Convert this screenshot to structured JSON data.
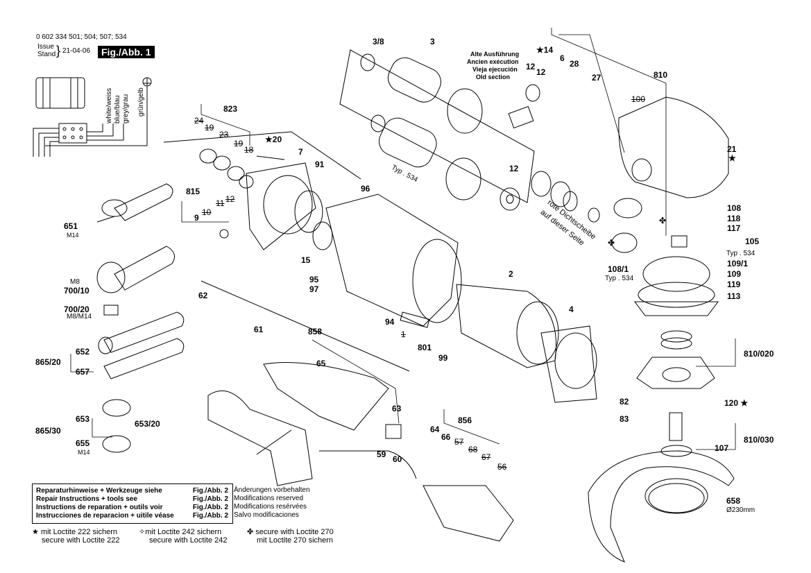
{
  "header": {
    "part_numbers": "0 602 334 501; 504; 507; 534",
    "issue_label": "Issue",
    "stand_label": "Stand",
    "issue_date": "21-04-06",
    "figure_label": "Fig./Abb. 1"
  },
  "wiring_labels": [
    "white/weiss",
    "blue/blau",
    "grey/grau",
    "grün/gelb"
  ],
  "callouts": {
    "c3_8": "3/8",
    "c3": "3",
    "c14": "14",
    "c6": "6",
    "c28": "28",
    "c27": "27",
    "c810": "810",
    "c12a": "12",
    "c12b": "12",
    "c12c": "12",
    "c100": "100",
    "c21": "21",
    "c823": "823",
    "c24": "24",
    "c19a": "19",
    "c23": "23",
    "c19b": "19",
    "c18": "18",
    "c20": "20",
    "c7": "7",
    "c91": "91",
    "c96": "96",
    "c815": "815",
    "c11": "11",
    "c12d": "12",
    "c10": "10",
    "c9": "9",
    "c651": "651",
    "m14a": "M14",
    "m8": "M8",
    "c700_10": "700/10",
    "c700_20": "700/20",
    "m8m14": "M8/M14",
    "c15": "15",
    "c95": "95",
    "c97": "97",
    "c94": "94",
    "c2": "2",
    "c4": "4",
    "c1": "1",
    "c801": "801",
    "c99": "99",
    "c108": "108",
    "c118": "118",
    "c117": "117",
    "c105": "105",
    "typ534a": "Typ . 534",
    "c108_1": "108/1",
    "typ534b": "Typ . 534",
    "c109_1": "109/1",
    "c109": "109",
    "c119": "119",
    "c113": "113",
    "typ534c": "Typ . 534",
    "c62": "62",
    "c61": "61",
    "c858": "858",
    "c65": "65",
    "c63": "63",
    "c652": "652",
    "c865_20": "865/20",
    "c657": "657",
    "c653": "653",
    "c865_30": "865/30",
    "c653_20": "653/20",
    "c655": "655",
    "m14b": "M14",
    "c856": "856",
    "c64": "64",
    "c66": "66",
    "c57": "57",
    "c68": "68",
    "c67": "67",
    "c56": "56",
    "c59": "59",
    "c60": "60",
    "c810_020": "810/020",
    "c82": "82",
    "c120": "120",
    "c83": "83",
    "c810_030": "810/030",
    "c107": "107",
    "c658": "658",
    "d230": "Ø230mm"
  },
  "old_version": [
    "Alte Ausführung",
    "Ancien exécution",
    "Vieja ejecución",
    "Old section"
  ],
  "red_seal_note": [
    "rote Dichtscheibe",
    "auf dieser Seite"
  ],
  "repair_box": {
    "rows": [
      {
        "text": "Reparaturhinweise + Werkzeuge siehe",
        "ref": "Fig./Abb. 2"
      },
      {
        "text": "Repair Instructions + tools see",
        "ref": "Fig./Abb. 2"
      },
      {
        "text": "Instructions de reparation + outils voir",
        "ref": "Fig./Abb. 2"
      },
      {
        "text": "Instrucciones de reparacion + uitile véase",
        "ref": "Fig./Abb. 2"
      }
    ]
  },
  "modifications": [
    "Änderungen vorbehalten",
    "Modifications reserved",
    "Modifications resérvées",
    "Salvo modificaciones"
  ],
  "loctite": {
    "l222": [
      "mit Loctite 222 sichern",
      "secure with Loctite 222"
    ],
    "l242": [
      "mit Loctite 242 sichern",
      "secure with Loctite 242"
    ],
    "l270": [
      "secure with Loctite 270",
      "mit Loctite 270 sichern"
    ]
  },
  "symbols": {
    "star": "★",
    "open_star": "✧",
    "clover": "✤"
  }
}
